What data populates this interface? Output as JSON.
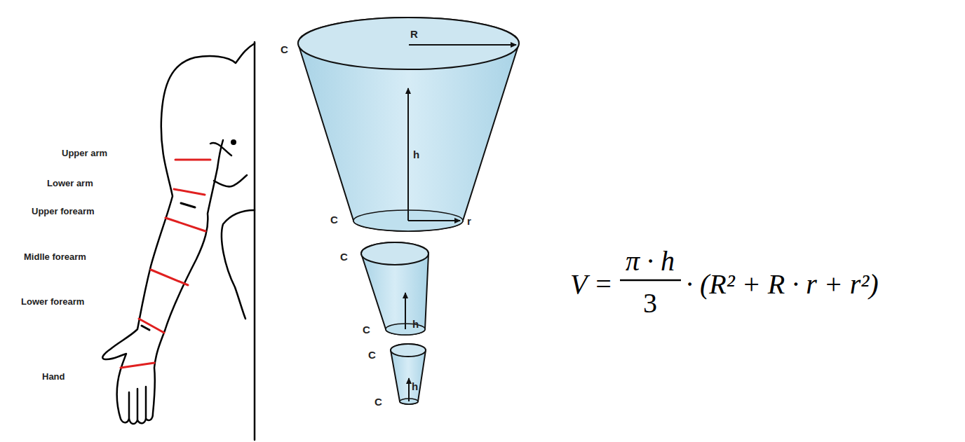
{
  "diagram": {
    "labels": [
      "Upper arm",
      "Lower arm",
      "Upper forearm",
      "Midlle forearm",
      "Lower forearm",
      "Hand",
      "C",
      "R",
      "h",
      "C",
      "r",
      "C",
      "h",
      "C",
      "C",
      "h",
      "C",
      "V =",
      "π · h",
      "3",
      "· (R² + R · r + r²)"
    ]
  }
}
